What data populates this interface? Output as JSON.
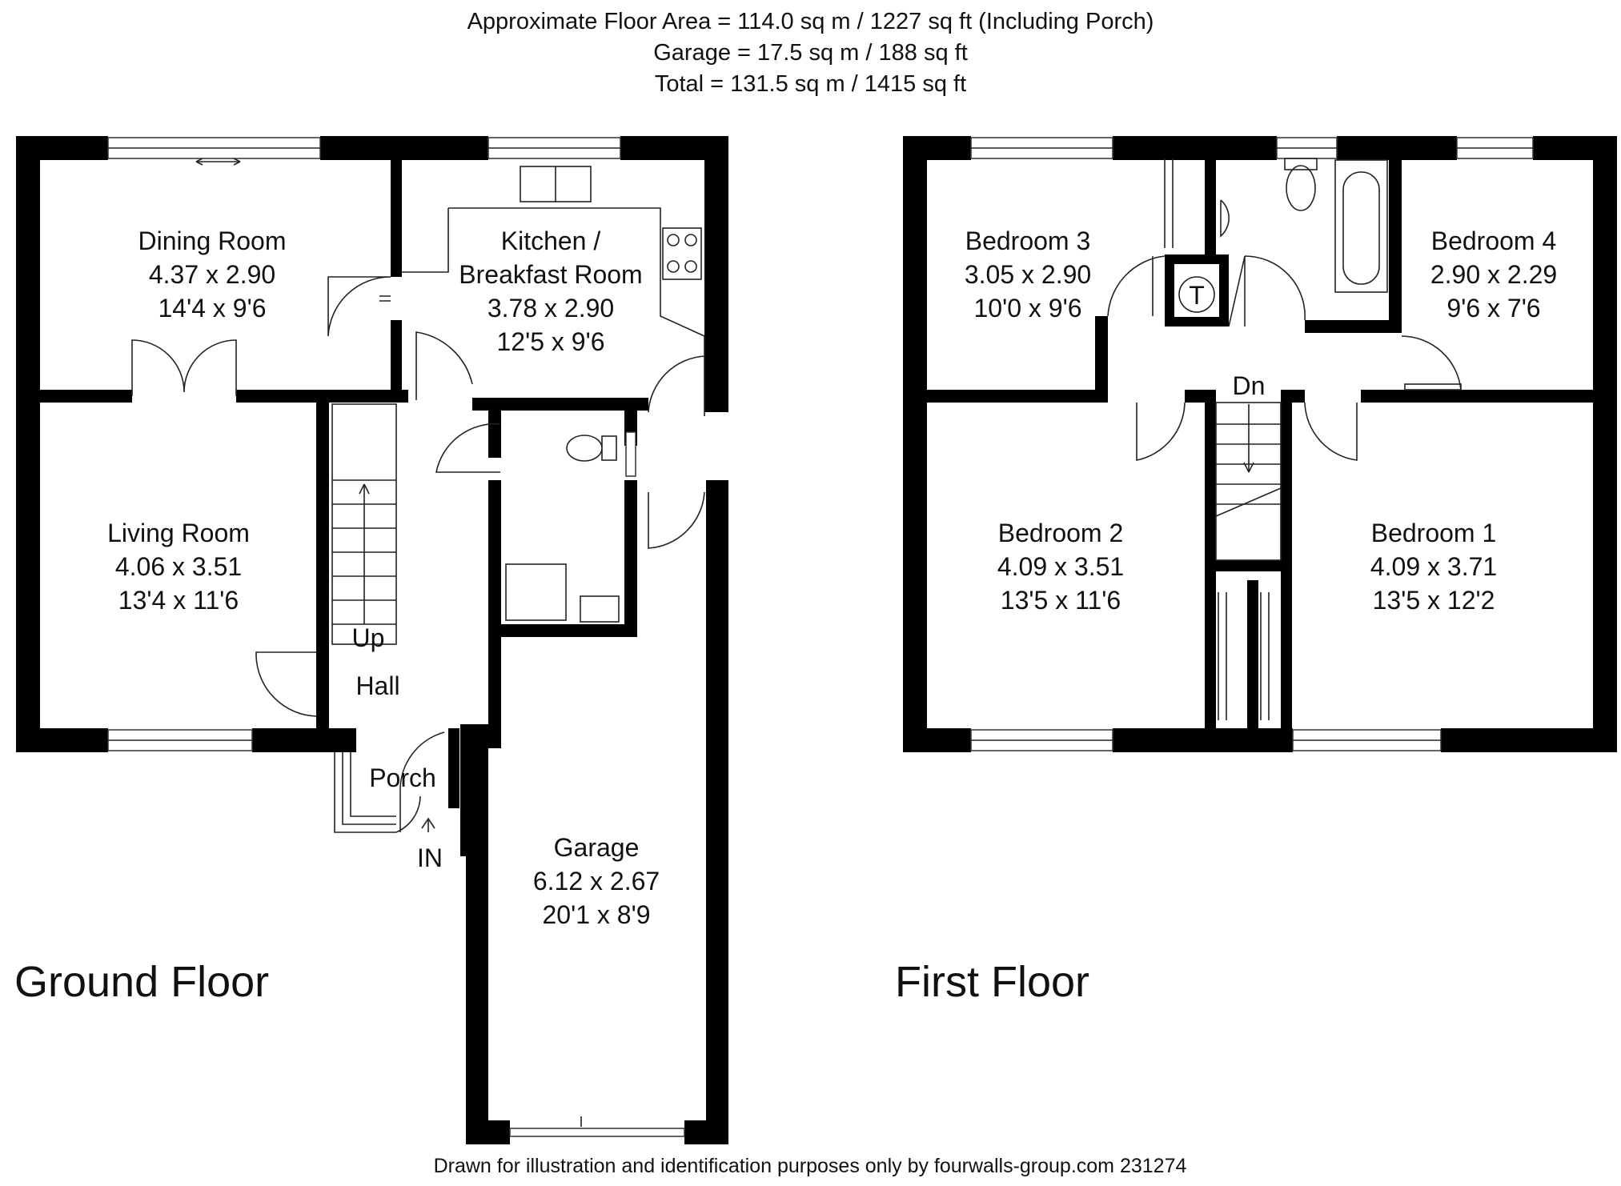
{
  "header": {
    "line1": "Approximate Floor Area = 114.0 sq m / 1227 sq ft (Including Porch)",
    "line2": "Garage = 17.5 sq m / 188 sq ft",
    "line3": "Total = 131.5 sq m / 1415 sq ft"
  },
  "ground_floor": {
    "title": "Ground Floor",
    "rooms": {
      "dining": {
        "name": "Dining Room",
        "metric": "4.37 x 2.90",
        "imperial": "14'4 x 9'6"
      },
      "kitchen": {
        "name1": "Kitchen /",
        "name2": "Breakfast Room",
        "metric": "3.78 x 2.90",
        "imperial": "12'5 x 9'6"
      },
      "living": {
        "name": "Living Room",
        "metric": "4.06 x 3.51",
        "imperial": "13'4 x 11'6"
      },
      "hall": {
        "name": "Hall"
      },
      "porch": {
        "name": "Porch"
      },
      "garage": {
        "name": "Garage",
        "metric": "6.12 x 2.67",
        "imperial": "20'1 x 8'9"
      }
    },
    "stairs_label": "Up",
    "entrance_label": "IN"
  },
  "first_floor": {
    "title": "First Floor",
    "rooms": {
      "bedroom3": {
        "name": "Bedroom 3",
        "metric": "3.05 x 2.90",
        "imperial": "10'0 x 9'6"
      },
      "bedroom4": {
        "name": "Bedroom 4",
        "metric": "2.90 x 2.29",
        "imperial": "9'6 x 7'6"
      },
      "bedroom2": {
        "name": "Bedroom 2",
        "metric": "4.09 x 3.51",
        "imperial": "13'5 x 11'6"
      },
      "bedroom1": {
        "name": "Bedroom 1",
        "metric": "4.09 x 3.71",
        "imperial": "13'5 x 12'2"
      }
    },
    "stairs_label": "Dn",
    "tank_label": "T"
  },
  "footer": "Drawn for illustration and identification purposes only by fourwalls-group.com 231274"
}
